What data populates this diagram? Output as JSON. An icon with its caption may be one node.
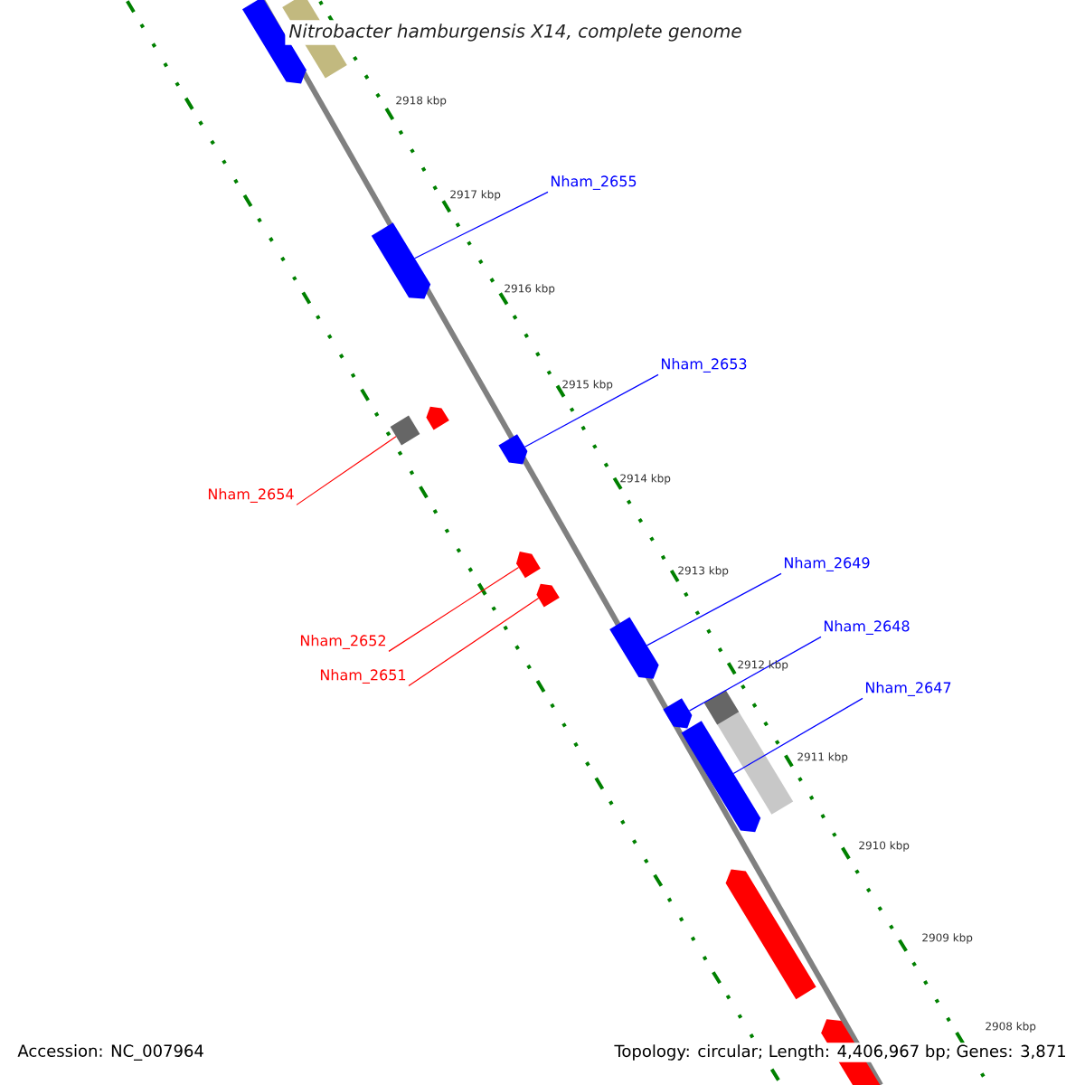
{
  "diagram": {
    "title": "Nitrobacter hamburgensis X14, complete genome",
    "nodes": [
      {
        "text": [],
        "shape": "bar"
      },
      {
        "text": [],
        "shape": "bar"
      },
      {
        "text": [
          "Nham_2655"
        ]
      },
      {
        "text": [],
        "shape": "bar"
      },
      {
        "text": [
          "Nham_2653"
        ]
      },
      {
        "text": [],
        "shape": "bar"
      },
      {
        "text": [],
        "shape": "bar"
      },
      {
        "text": [],
        "shape": "bar"
      },
      {
        "text": [
          "Nham_2654"
        ]
      },
      {
        "text": [],
        "shape": "bar"
      },
      {
        "text": [],
        "shape": "bar"
      },
      {
        "text": [
          "Nham_2652"
        ]
      },
      {
        "text": [
          "Nham_2651"
        ]
      },
      {
        "text": [
          "Nham_2649"
        ]
      },
      {
        "text": [],
        "shape": "bar"
      },
      {
        "text": [
          "Nham_2648"
        ]
      },
      {
        "text": [],
        "shape": "bar"
      },
      {
        "text": [],
        "shape": "bar"
      },
      {
        "text": [],
        "shape": "bar"
      },
      {
        "text": [
          "Nham_2647"
        ]
      },
      {
        "text": [],
        "shape": "bar"
      },
      {
        "text": [],
        "shape": "bar"
      }
    ],
    "edges": [
      {
        "from": 2,
        "to": 3,
        "arrow": "none"
      },
      {
        "from": 4,
        "to": 7,
        "arrow": "none"
      },
      {
        "from": 8,
        "to": 6,
        "arrow": "none",
        "color": "#ff0000"
      },
      {
        "from": 11,
        "to": 9,
        "arrow": "none",
        "color": "#ff0000"
      },
      {
        "from": 12,
        "to": 10,
        "arrow": "none",
        "color": "#ff0000"
      },
      {
        "from": 13,
        "to": 14,
        "arrow": "none"
      },
      {
        "from": 15,
        "to": 17,
        "arrow": "none"
      },
      {
        "from": 19,
        "to": 18,
        "arrow": "none"
      }
    ],
    "labels": [
      "2918 kbp",
      "2917 kbp",
      "2916 kbp",
      "2915 kbp",
      "2914 kbp",
      "2913 kbp",
      "2912 kbp",
      "2911 kbp",
      "2910 kbp",
      "2909 kbp",
      "2908 kbp",
      "Accession: NC_007964",
      "Topology: circular; Length: 4,406,967 bp; Genes: 3,871"
    ]
  }
}
